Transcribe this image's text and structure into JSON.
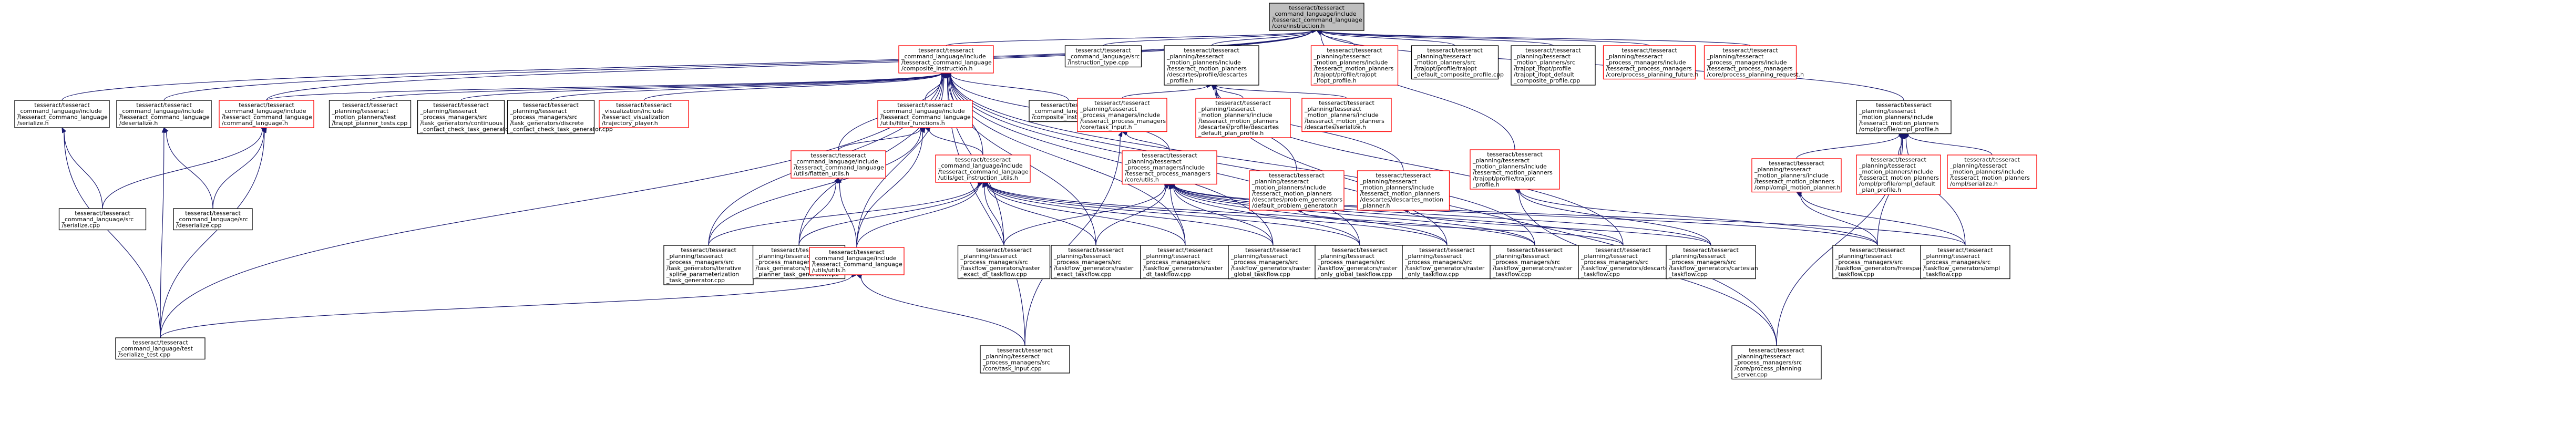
{
  "colors": {
    "edge": "#191970",
    "node_border": "#000000",
    "node_border_truncated": "#ff0000",
    "root_fill": "#bfbfbf",
    "background": "#ffffff"
  },
  "nodes": [
    {
      "id": "root",
      "lines": [
        "tesseract/tesseract",
        "_command_language/include",
        "/tesseract_command_language",
        "/core/instruction.h"
      ],
      "style": "root"
    },
    {
      "id": "composite",
      "lines": [
        "tesseract/tesseract",
        "_command_language/include",
        "/tesseract_command_language",
        "/composite_instruction.h"
      ],
      "style": "red"
    },
    {
      "id": "instrtype",
      "lines": [
        "tesseract/tesseract",
        "_command_language/src",
        "/instruction_type.cpp"
      ],
      "style": "black"
    },
    {
      "id": "profileh",
      "lines": [
        "tesseract/tesseract",
        "_planning/tesseract",
        "_motion_planners/include",
        "/tesseract_motion_planners",
        "/descartes/profile/descartes",
        "_profile.h"
      ],
      "style": "black"
    },
    {
      "id": "trajoptprof",
      "lines": [
        "tesseract/tesseract",
        "_planning/tesseract",
        "_motion_planners/include",
        "/tesseract_motion_planners",
        "/trajopt/profile/trajopt",
        "_ifopt_profile.h"
      ],
      "style": "red"
    },
    {
      "id": "trajoptdefcomp",
      "lines": [
        "tesseract/tesseract",
        "_planning/tesseract",
        "_motion_planners/src",
        "/trajopt/profile/trajopt",
        "_default_composite_profile.cpp"
      ],
      "style": "black"
    },
    {
      "id": "ifoptdefcomp",
      "lines": [
        "tesseract/tesseract",
        "_planning/tesseract",
        "_motion_planners/src",
        "/trajopt_ifopt/profile",
        "/trajopt_ifopt_default",
        "_composite_profile.cpp"
      ],
      "style": "black"
    },
    {
      "id": "procplanfuture",
      "lines": [
        "tesseract/tesseract",
        "_planning/tesseract",
        "_process_managers/include",
        "/tesseract_process_managers",
        "/core/process_planning_future.h"
      ],
      "style": "red"
    },
    {
      "id": "procplanrequest",
      "lines": [
        "tesseract/tesseract",
        "_planning/tesseract",
        "_process_managers/include",
        "/tesseract_process_managers",
        "/core/process_planning_request.h"
      ],
      "style": "red"
    },
    {
      "id": "serializeh",
      "lines": [
        "tesseract/tesseract",
        "_command_language/include",
        "/tesseract_command_language",
        "/serialize.h"
      ],
      "style": "black"
    },
    {
      "id": "deserializeh",
      "lines": [
        "tesseract/tesseract",
        "_command_language/include",
        "/tesseract_command_language",
        "/deserialize.h"
      ],
      "style": "black"
    },
    {
      "id": "cmdlangh",
      "lines": [
        "tesseract/tesseract",
        "_command_language/include",
        "/tesseract_command_language",
        "/command_language.h"
      ],
      "style": "red"
    },
    {
      "id": "trajopttests",
      "lines": [
        "tesseract/tesseract",
        "_planning/tesseract",
        "_motion_planners/test",
        "/trajopt_planner_tests.cpp"
      ],
      "style": "black"
    },
    {
      "id": "contcheck",
      "lines": [
        "tesseract/tesseract",
        "_planning/tesseract",
        "_process_managers/src",
        "/task_generators/continuous",
        "_contact_check_task_generator.cpp"
      ],
      "style": "black"
    },
    {
      "id": "discheck",
      "lines": [
        "tesseract/tesseract",
        "_planning/tesseract",
        "_process_managers/src",
        "/task_generators/discrete",
        "_contact_check_task_generator.cpp"
      ],
      "style": "black"
    },
    {
      "id": "trajplayer",
      "lines": [
        "tesseract/tesseract",
        "_visualization/include",
        "/tesseract_visualization",
        "/trajectory_player.h"
      ],
      "style": "red"
    },
    {
      "id": "filterfunc",
      "lines": [
        "tesseract/tesseract",
        "_command_language/include",
        "/tesseract_command_language",
        "/utils/filter_functions.h"
      ],
      "style": "red"
    },
    {
      "id": "compositecpp",
      "lines": [
        "tesseract/tesseract",
        "_command_language/src",
        "/composite_instruction.cpp"
      ],
      "style": "black"
    },
    {
      "id": "taskinputh",
      "lines": [
        "tesseract/tesseract",
        "_planning/tesseract",
        "_process_managers/include",
        "/tesseract_process_managers",
        "/core/task_input.h"
      ],
      "style": "red"
    },
    {
      "id": "descdefplan",
      "lines": [
        "tesseract/tesseract",
        "_planning/tesseract",
        "_motion_planners/include",
        "/tesseract_motion_planners",
        "/descartes/profile/descartes",
        "_default_plan_profile.h"
      ],
      "style": "red"
    },
    {
      "id": "descserialize",
      "lines": [
        "tesseract/tesseract",
        "_planning/tesseract",
        "_motion_planners/include",
        "/tesseract_motion_planners",
        "/descartes/serialize.h"
      ],
      "style": "red"
    },
    {
      "id": "trajoptprofh",
      "lines": [
        "tesseract/tesseract",
        "_planning/tesseract",
        "_motion_planners/include",
        "/tesseract_motion_planners",
        "/trajopt/profile/trajopt",
        "_profile.h"
      ],
      "style": "red"
    },
    {
      "id": "omplprof",
      "lines": [
        "tesseract/tesseract",
        "_planning/tesseract",
        "_motion_planners/include",
        "/tesseract_motion_planners",
        "/ompl/profile/ompl_profile.h"
      ],
      "style": "black"
    },
    {
      "id": "flattenh",
      "lines": [
        "tesseract/tesseract",
        "_command_language/include",
        "/tesseract_command_language",
        "/utils/flatten_utils.h"
      ],
      "style": "red"
    },
    {
      "id": "getinstrh",
      "lines": [
        "tesseract/tesseract",
        "_command_language/include",
        "/tesseract_command_language",
        "/utils/get_instruction_utils.h"
      ],
      "style": "red"
    },
    {
      "id": "coreutilsh",
      "lines": [
        "tesseract/tesseract",
        "_planning/tesseract",
        "_process_managers/include",
        "/tesseract_process_managers",
        "/core/utils.h"
      ],
      "style": "red"
    },
    {
      "id": "descprobgen",
      "lines": [
        "tesseract/tesseract",
        "_planning/tesseract",
        "_motion_planners/include",
        "/tesseract_motion_planners",
        "/descartes/problem_generators",
        "/default_problem_generator.h"
      ],
      "style": "red"
    },
    {
      "id": "descmotion",
      "lines": [
        "tesseract/tesseract",
        "_planning/tesseract",
        "_motion_planners/include",
        "/tesseract_motion_planners",
        "/descartes/descartes_motion",
        "_planner.h"
      ],
      "style": "red"
    },
    {
      "id": "omplplanner",
      "lines": [
        "tesseract/tesseract",
        "_planning/tesseract",
        "_motion_planners/include",
        "/tesseract_motion_planners",
        "/ompl/ompl_motion_planner.h"
      ],
      "style": "red"
    },
    {
      "id": "ompldefplan",
      "lines": [
        "tesseract/tesseract",
        "_planning/tesseract",
        "_motion_planners/include",
        "/tesseract_motion_planners",
        "/ompl/profile/ompl_default",
        "_plan_profile.h"
      ],
      "style": "red"
    },
    {
      "id": "omplserialize",
      "lines": [
        "tesseract/tesseract",
        "_planning/tesseract",
        "_motion_planners/include",
        "/tesseract_motion_planners",
        "/ompl/serialize.h"
      ],
      "style": "red"
    },
    {
      "id": "serializecpp",
      "lines": [
        "tesseract/tesseract",
        "_command_language/src",
        "/serialize.cpp"
      ],
      "style": "black"
    },
    {
      "id": "deserializecpp",
      "lines": [
        "tesseract/tesseract",
        "_command_language/src",
        "/deserialize.cpp"
      ],
      "style": "black"
    },
    {
      "id": "iterspline",
      "lines": [
        "tesseract/tesseract",
        "_planning/tesseract",
        "_process_managers/src",
        "/task_generators/iterative",
        "_spline_parameterization",
        "_task_generator.cpp"
      ],
      "style": "black"
    },
    {
      "id": "motionplantg",
      "lines": [
        "tesseract/tesseract",
        "_planning/tesseract",
        "_process_managers/src",
        "/task_generators/motion",
        "_planner_task_generator.cpp"
      ],
      "style": "black"
    },
    {
      "id": "utilsh",
      "lines": [
        "tesseract/tesseract",
        "_command_language/include",
        "/tesseract_command_language",
        "/utils/utils.h"
      ],
      "style": "red"
    },
    {
      "id": "rasterexactdt",
      "lines": [
        "tesseract/tesseract",
        "_planning/tesseract",
        "_process_managers/src",
        "/taskflow_generators/raster",
        "_exact_dt_taskflow.cpp"
      ],
      "style": "black"
    },
    {
      "id": "rasterexact",
      "lines": [
        "tesseract/tesseract",
        "_planning/tesseract",
        "_process_managers/src",
        "/taskflow_generators/raster",
        "_exact_taskflow.cpp"
      ],
      "style": "black"
    },
    {
      "id": "rasterdt",
      "lines": [
        "tesseract/tesseract",
        "_planning/tesseract",
        "_process_managers/src",
        "/taskflow_generators/raster",
        "_dt_taskflow.cpp"
      ],
      "style": "black"
    },
    {
      "id": "rasterglobal",
      "lines": [
        "tesseract/tesseract",
        "_planning/tesseract",
        "_process_managers/src",
        "/taskflow_generators/raster",
        "_global_taskflow.cpp"
      ],
      "style": "black"
    },
    {
      "id": "rasteronlyglobal",
      "lines": [
        "tesseract/tesseract",
        "_planning/tesseract",
        "_process_managers/src",
        "/taskflow_generators/raster",
        "_only_global_taskflow.cpp"
      ],
      "style": "black"
    },
    {
      "id": "rasteronly",
      "lines": [
        "tesseract/tesseract",
        "_planning/tesseract",
        "_process_managers/src",
        "/taskflow_generators/raster",
        "_only_taskflow.cpp"
      ],
      "style": "black"
    },
    {
      "id": "rastertf",
      "lines": [
        "tesseract/tesseract",
        "_planning/tesseract",
        "_process_managers/src",
        "/taskflow_generators/raster",
        "_taskflow.cpp"
      ],
      "style": "black"
    },
    {
      "id": "descartestf",
      "lines": [
        "tesseract/tesseract",
        "_planning/tesseract",
        "_process_managers/src",
        "/taskflow_generators/descartes",
        "_taskflow.cpp"
      ],
      "style": "black"
    },
    {
      "id": "cartesiantf",
      "lines": [
        "tesseract/tesseract",
        "_planning/tesseract",
        "_process_managers/src",
        "/taskflow_generators/cartesian",
        "_taskflow.cpp"
      ],
      "style": "black"
    },
    {
      "id": "freespacetf",
      "lines": [
        "tesseract/tesseract",
        "_planning/tesseract",
        "_process_managers/src",
        "/taskflow_generators/freespace",
        "_taskflow.cpp"
      ],
      "style": "black"
    },
    {
      "id": "ompltf",
      "lines": [
        "tesseract/tesseract",
        "_planning/tesseract",
        "_process_managers/src",
        "/taskflow_generators/ompl",
        "_taskflow.cpp"
      ],
      "style": "black"
    },
    {
      "id": "serializetest",
      "lines": [
        "tesseract/tesseract",
        "_command_language/test",
        "/serialize_test.cpp"
      ],
      "style": "black"
    },
    {
      "id": "taskinputcpp",
      "lines": [
        "tesseract/tesseract",
        "_planning/tesseract",
        "_process_managers/src",
        "/core/task_input.cpp"
      ],
      "style": "black"
    },
    {
      "id": "procplanserver",
      "lines": [
        "tesseract/tesseract",
        "_planning/tesseract",
        "_process_managers/src",
        "/core/process_planning",
        "_server.cpp"
      ],
      "style": "black"
    }
  ]
}
